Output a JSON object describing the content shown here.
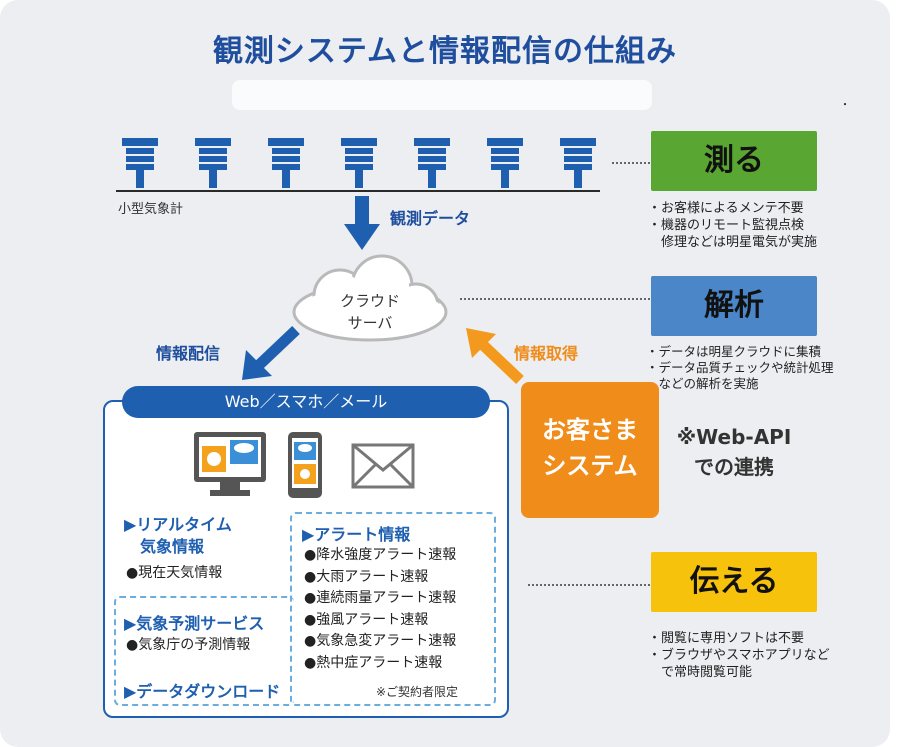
{
  "title": "観測システムと情報配信の仕組み",
  "dot": "・",
  "sensors": {
    "label": "小型気象計",
    "count": 7
  },
  "arrows": {
    "observe": "観測データ",
    "deliver": "情報配信",
    "fetch": "情報取得"
  },
  "cloud": {
    "line1": "クラウド",
    "line2": "サーバ"
  },
  "badges": {
    "measure": {
      "label": "測る",
      "color": "#5aa632"
    },
    "analyze": {
      "label": "解析",
      "color": "#4a86c8"
    },
    "convey": {
      "label": "伝える",
      "color": "#f7c20c"
    }
  },
  "notes": {
    "measure": [
      "・お客様によるメンテ不要",
      "・機器のリモート監視点検",
      "　修理などは明星電気が実施"
    ],
    "analyze": [
      "・データは明星クラウドに集積",
      "・データ品質チェックや統計処理",
      "　などの解析を実施"
    ],
    "convey": [
      "・閲覧に専用ソフトは不要",
      "・ブラウザやスマホアプリなど",
      "　で常時閲覧可能"
    ]
  },
  "web": {
    "header": "Web／スマホ／メール",
    "realtime": {
      "title1": "▶リアルタイム",
      "title2": "　気象情報",
      "items": [
        "●現在天気情報"
      ]
    },
    "forecast": {
      "title": "▶気象予測サービス",
      "items": [
        "●気象庁の予測情報"
      ]
    },
    "alert": {
      "title": "▶アラート情報",
      "items": [
        "●降水強度アラート速報",
        "●大雨アラート速報",
        "●連続雨量アラート速報",
        "●強風アラート速報",
        "●気象急変アラート速報",
        "●熱中症アラート速報"
      ]
    },
    "download": "▶データダウンロード",
    "note": "※ご契約者限定"
  },
  "customer": {
    "line1": "お客さま",
    "line2": "システム"
  },
  "webapi": {
    "line1": "※Web-API",
    "line2": "での連携"
  }
}
